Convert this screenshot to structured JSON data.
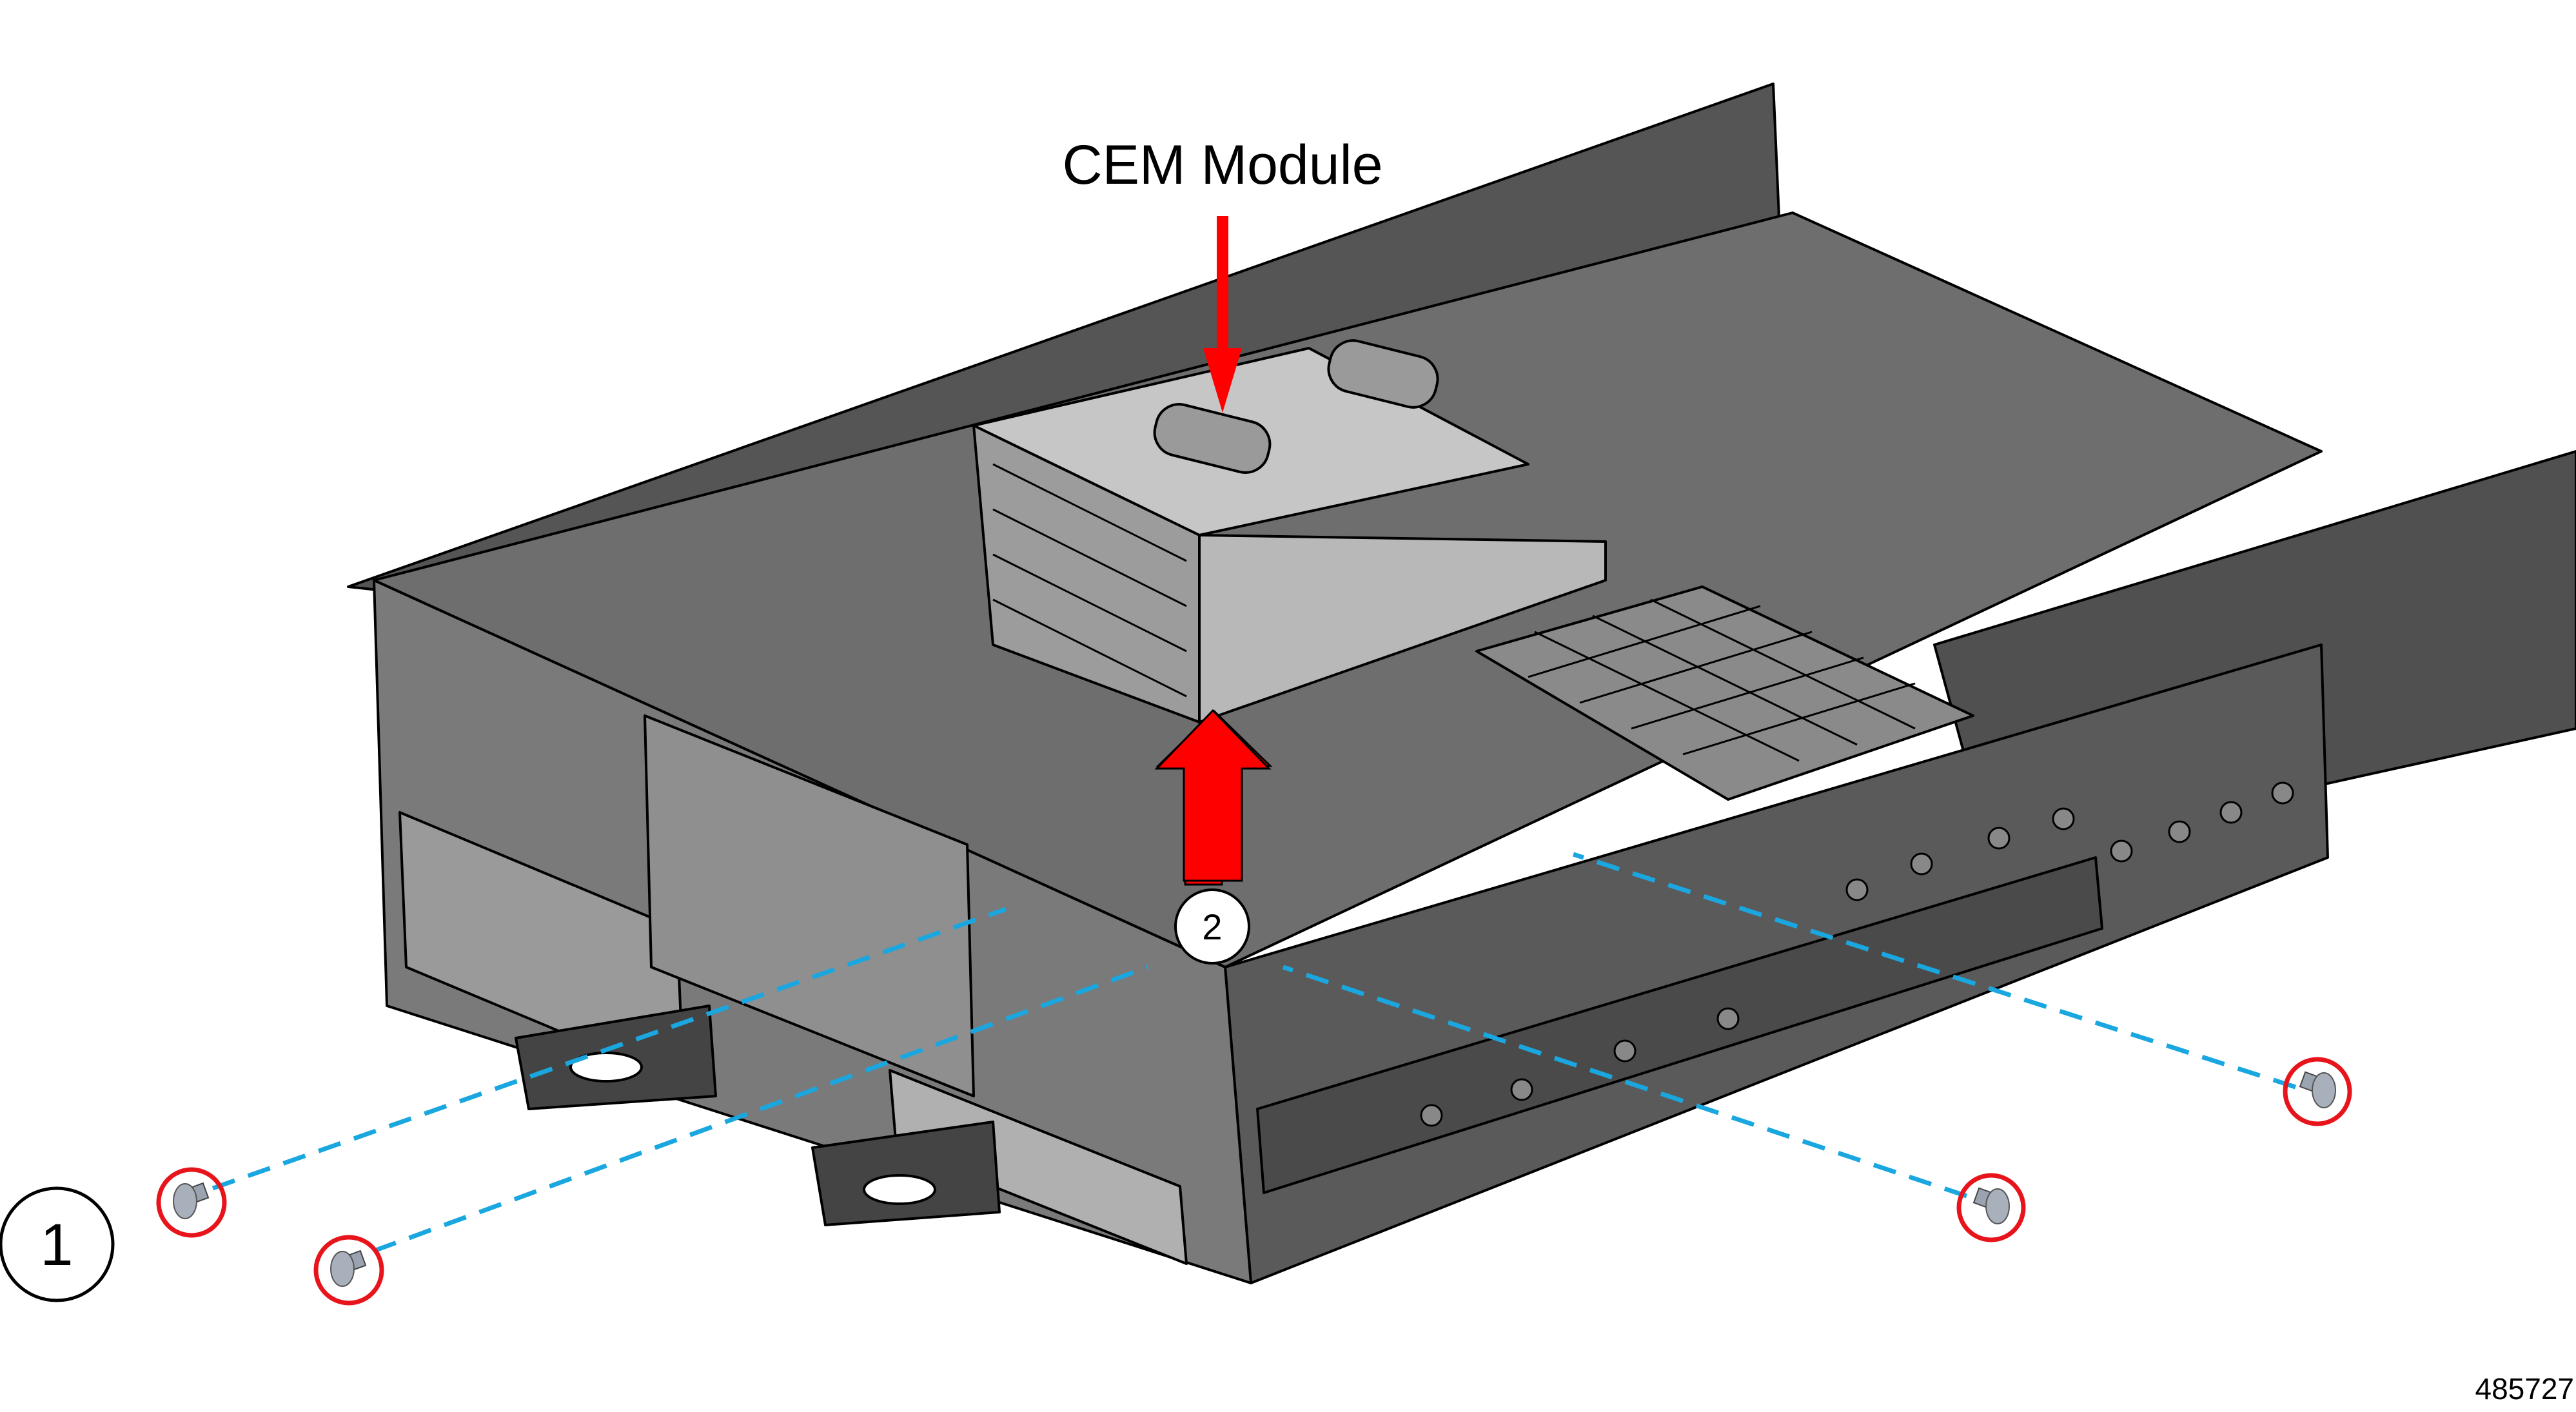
{
  "figure": {
    "title_callout": "CEM Module",
    "step_1_label": "1",
    "step_2_label": "2",
    "figure_id": "485727"
  },
  "colors": {
    "arrow_red": "#ff0000",
    "screw_ring_red": "#e8141c",
    "guide_line_blue": "#1aa7e0",
    "chassis_dark": "#4a4a4a",
    "chassis_mid": "#6b6b6b",
    "chassis_light": "#bdbdbd",
    "screw_gray": "#9aa3b0"
  },
  "screws": [
    {
      "name": "screw-front-left-upper"
    },
    {
      "name": "screw-front-left-lower"
    },
    {
      "name": "screw-side-right-lower"
    },
    {
      "name": "screw-side-right-upper"
    }
  ]
}
